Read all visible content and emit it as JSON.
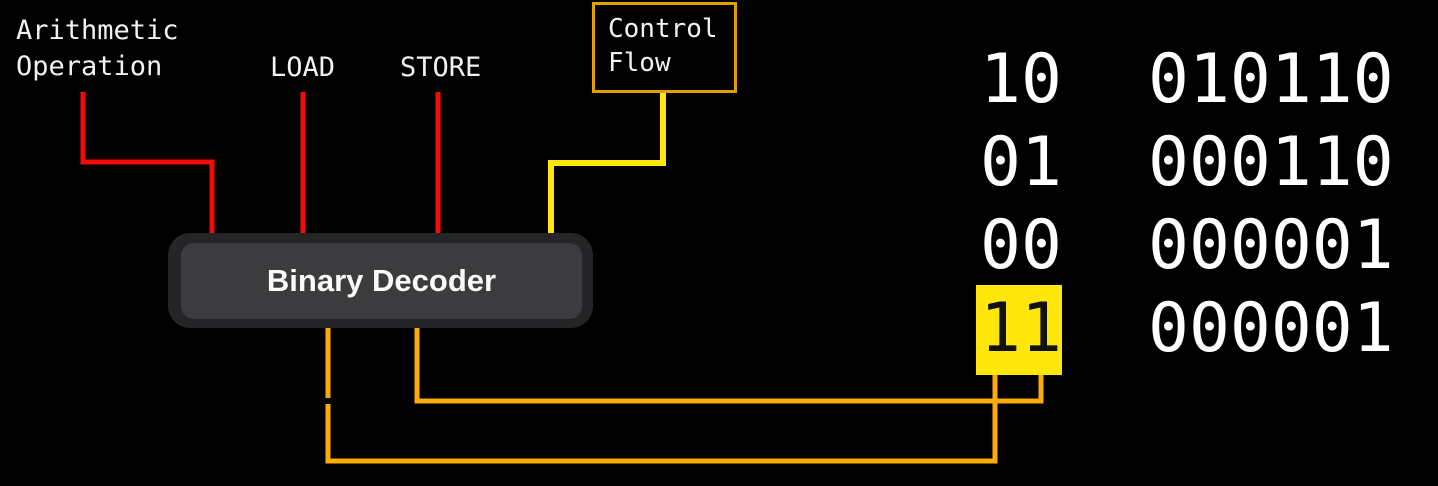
{
  "diagram": {
    "inputs": {
      "arithmetic": {
        "label": "Arithmetic Operation",
        "wire_color": "#f50a0a"
      },
      "load": {
        "label": "LOAD",
        "wire_color": "#f50a0a"
      },
      "store": {
        "label": "STORE",
        "wire_color": "#f50a0a"
      },
      "control_flow": {
        "label": "Control Flow",
        "wire_color": "#ffe70d",
        "box_border_color": "#dfa000"
      }
    },
    "decoder": {
      "label": "Binary Decoder"
    }
  },
  "truth_table": {
    "rows": [
      {
        "opcode": "10",
        "operand": "010110",
        "highlighted": false
      },
      {
        "opcode": "01",
        "operand": "000110",
        "highlighted": false
      },
      {
        "opcode": "00",
        "operand": "000001",
        "highlighted": false
      },
      {
        "opcode": "11",
        "operand": "000001",
        "highlighted": true
      }
    ],
    "highlight_color": "#ffe70d"
  },
  "colors": {
    "background": "#000000",
    "wire_red": "#f50a0a",
    "wire_yellow": "#ffe70d",
    "wire_orange": "#ffab07",
    "control_box_border": "#dfa000",
    "decoder_outer": "#252527",
    "decoder_inner": "#3c3c3e",
    "label_text": "#f2f2f2",
    "binary_text": "#ffffff",
    "highlight_text": "#111111"
  }
}
